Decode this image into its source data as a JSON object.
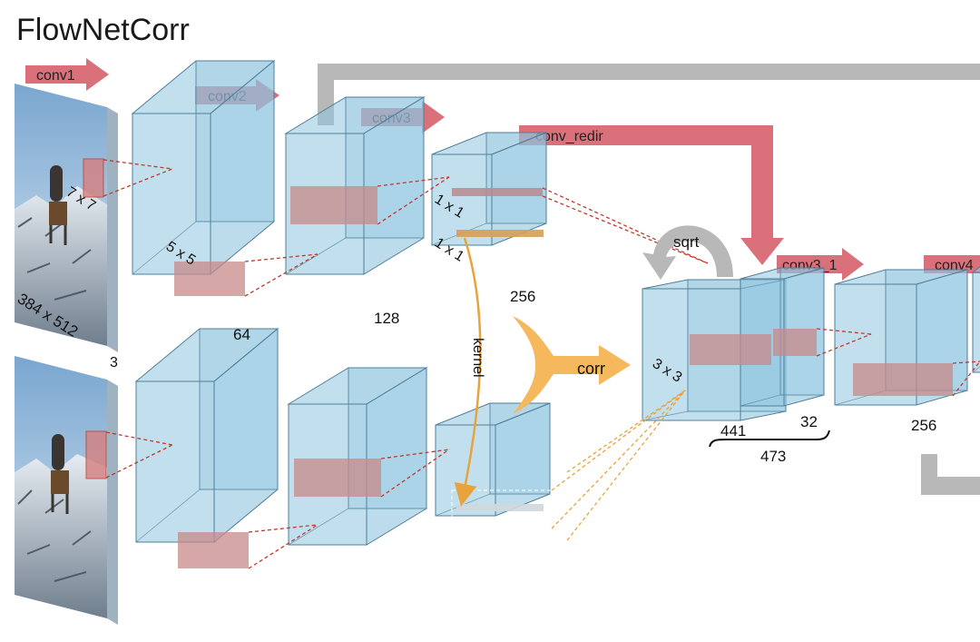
{
  "title": "FlowNetCorr",
  "layers": {
    "conv1": "conv1",
    "conv2": "conv2",
    "conv3": "conv3",
    "conv_redir": "conv_redir",
    "conv3_1": "conv3_1",
    "conv4": "conv4"
  },
  "ops": {
    "corr": "corr",
    "sqrt": "sqrt",
    "kernel": "kernel"
  },
  "dims": {
    "input_size": "384 x 512",
    "input_channels": "3",
    "conv1_channels": "64",
    "conv2_channels": "128",
    "conv3_channels": "256",
    "corr_channels": "441",
    "redir_channels": "32",
    "concat_channels": "473",
    "conv3_1_channels": "256"
  },
  "kernels": {
    "k7": "7 x 7",
    "k5": "5 x 5",
    "k1a": "1 x 1",
    "k1b": "1 x 1",
    "k3": "3 x 3"
  },
  "colors": {
    "box_fill": "#8fc4df",
    "box_edge": "#4f7f99",
    "red_arrow": "#d9707a",
    "orange": "#f5b85c",
    "gray": "#b8b8b8",
    "dashed_red": "#c0392b",
    "dashed_orange": "#e8a33c"
  }
}
